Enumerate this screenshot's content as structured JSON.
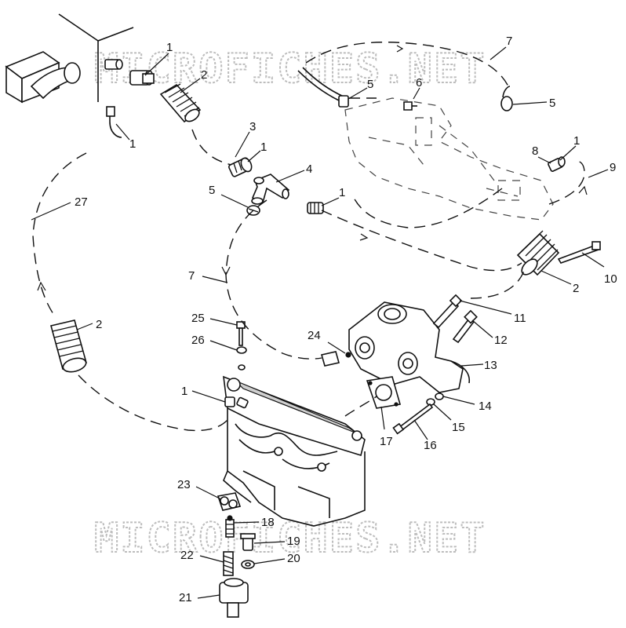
{
  "watermark_text": "MICROFICHES.NET",
  "callouts": [
    {
      "id": "c1a",
      "label": "1"
    },
    {
      "id": "c2a",
      "label": "2"
    },
    {
      "id": "c1b",
      "label": "1"
    },
    {
      "id": "c3",
      "label": "3"
    },
    {
      "id": "c1c",
      "label": "1"
    },
    {
      "id": "c4",
      "label": "4"
    },
    {
      "id": "c5a",
      "label": "5"
    },
    {
      "id": "c1d",
      "label": "1"
    },
    {
      "id": "c27",
      "label": "27"
    },
    {
      "id": "c5b",
      "label": "5"
    },
    {
      "id": "c6",
      "label": "6"
    },
    {
      "id": "c7a",
      "label": "7"
    },
    {
      "id": "c5c",
      "label": "5"
    },
    {
      "id": "c8",
      "label": "8"
    },
    {
      "id": "c1e",
      "label": "1"
    },
    {
      "id": "c9",
      "label": "9"
    },
    {
      "id": "c10",
      "label": "10"
    },
    {
      "id": "c2b",
      "label": "2"
    },
    {
      "id": "c7b",
      "label": "7"
    },
    {
      "id": "c11",
      "label": "11"
    },
    {
      "id": "c12",
      "label": "12"
    },
    {
      "id": "c13",
      "label": "13"
    },
    {
      "id": "c24",
      "label": "24"
    },
    {
      "id": "c25",
      "label": "25"
    },
    {
      "id": "c26",
      "label": "26"
    },
    {
      "id": "c2c",
      "label": "2"
    },
    {
      "id": "c1f",
      "label": "1"
    },
    {
      "id": "c14",
      "label": "14"
    },
    {
      "id": "c15",
      "label": "15"
    },
    {
      "id": "c16",
      "label": "16"
    },
    {
      "id": "c17",
      "label": "17"
    },
    {
      "id": "c23",
      "label": "23"
    },
    {
      "id": "c18",
      "label": "18"
    },
    {
      "id": "c19",
      "label": "19"
    },
    {
      "id": "c20",
      "label": "20"
    },
    {
      "id": "c22",
      "label": "22"
    },
    {
      "id": "c21",
      "label": "21"
    }
  ]
}
